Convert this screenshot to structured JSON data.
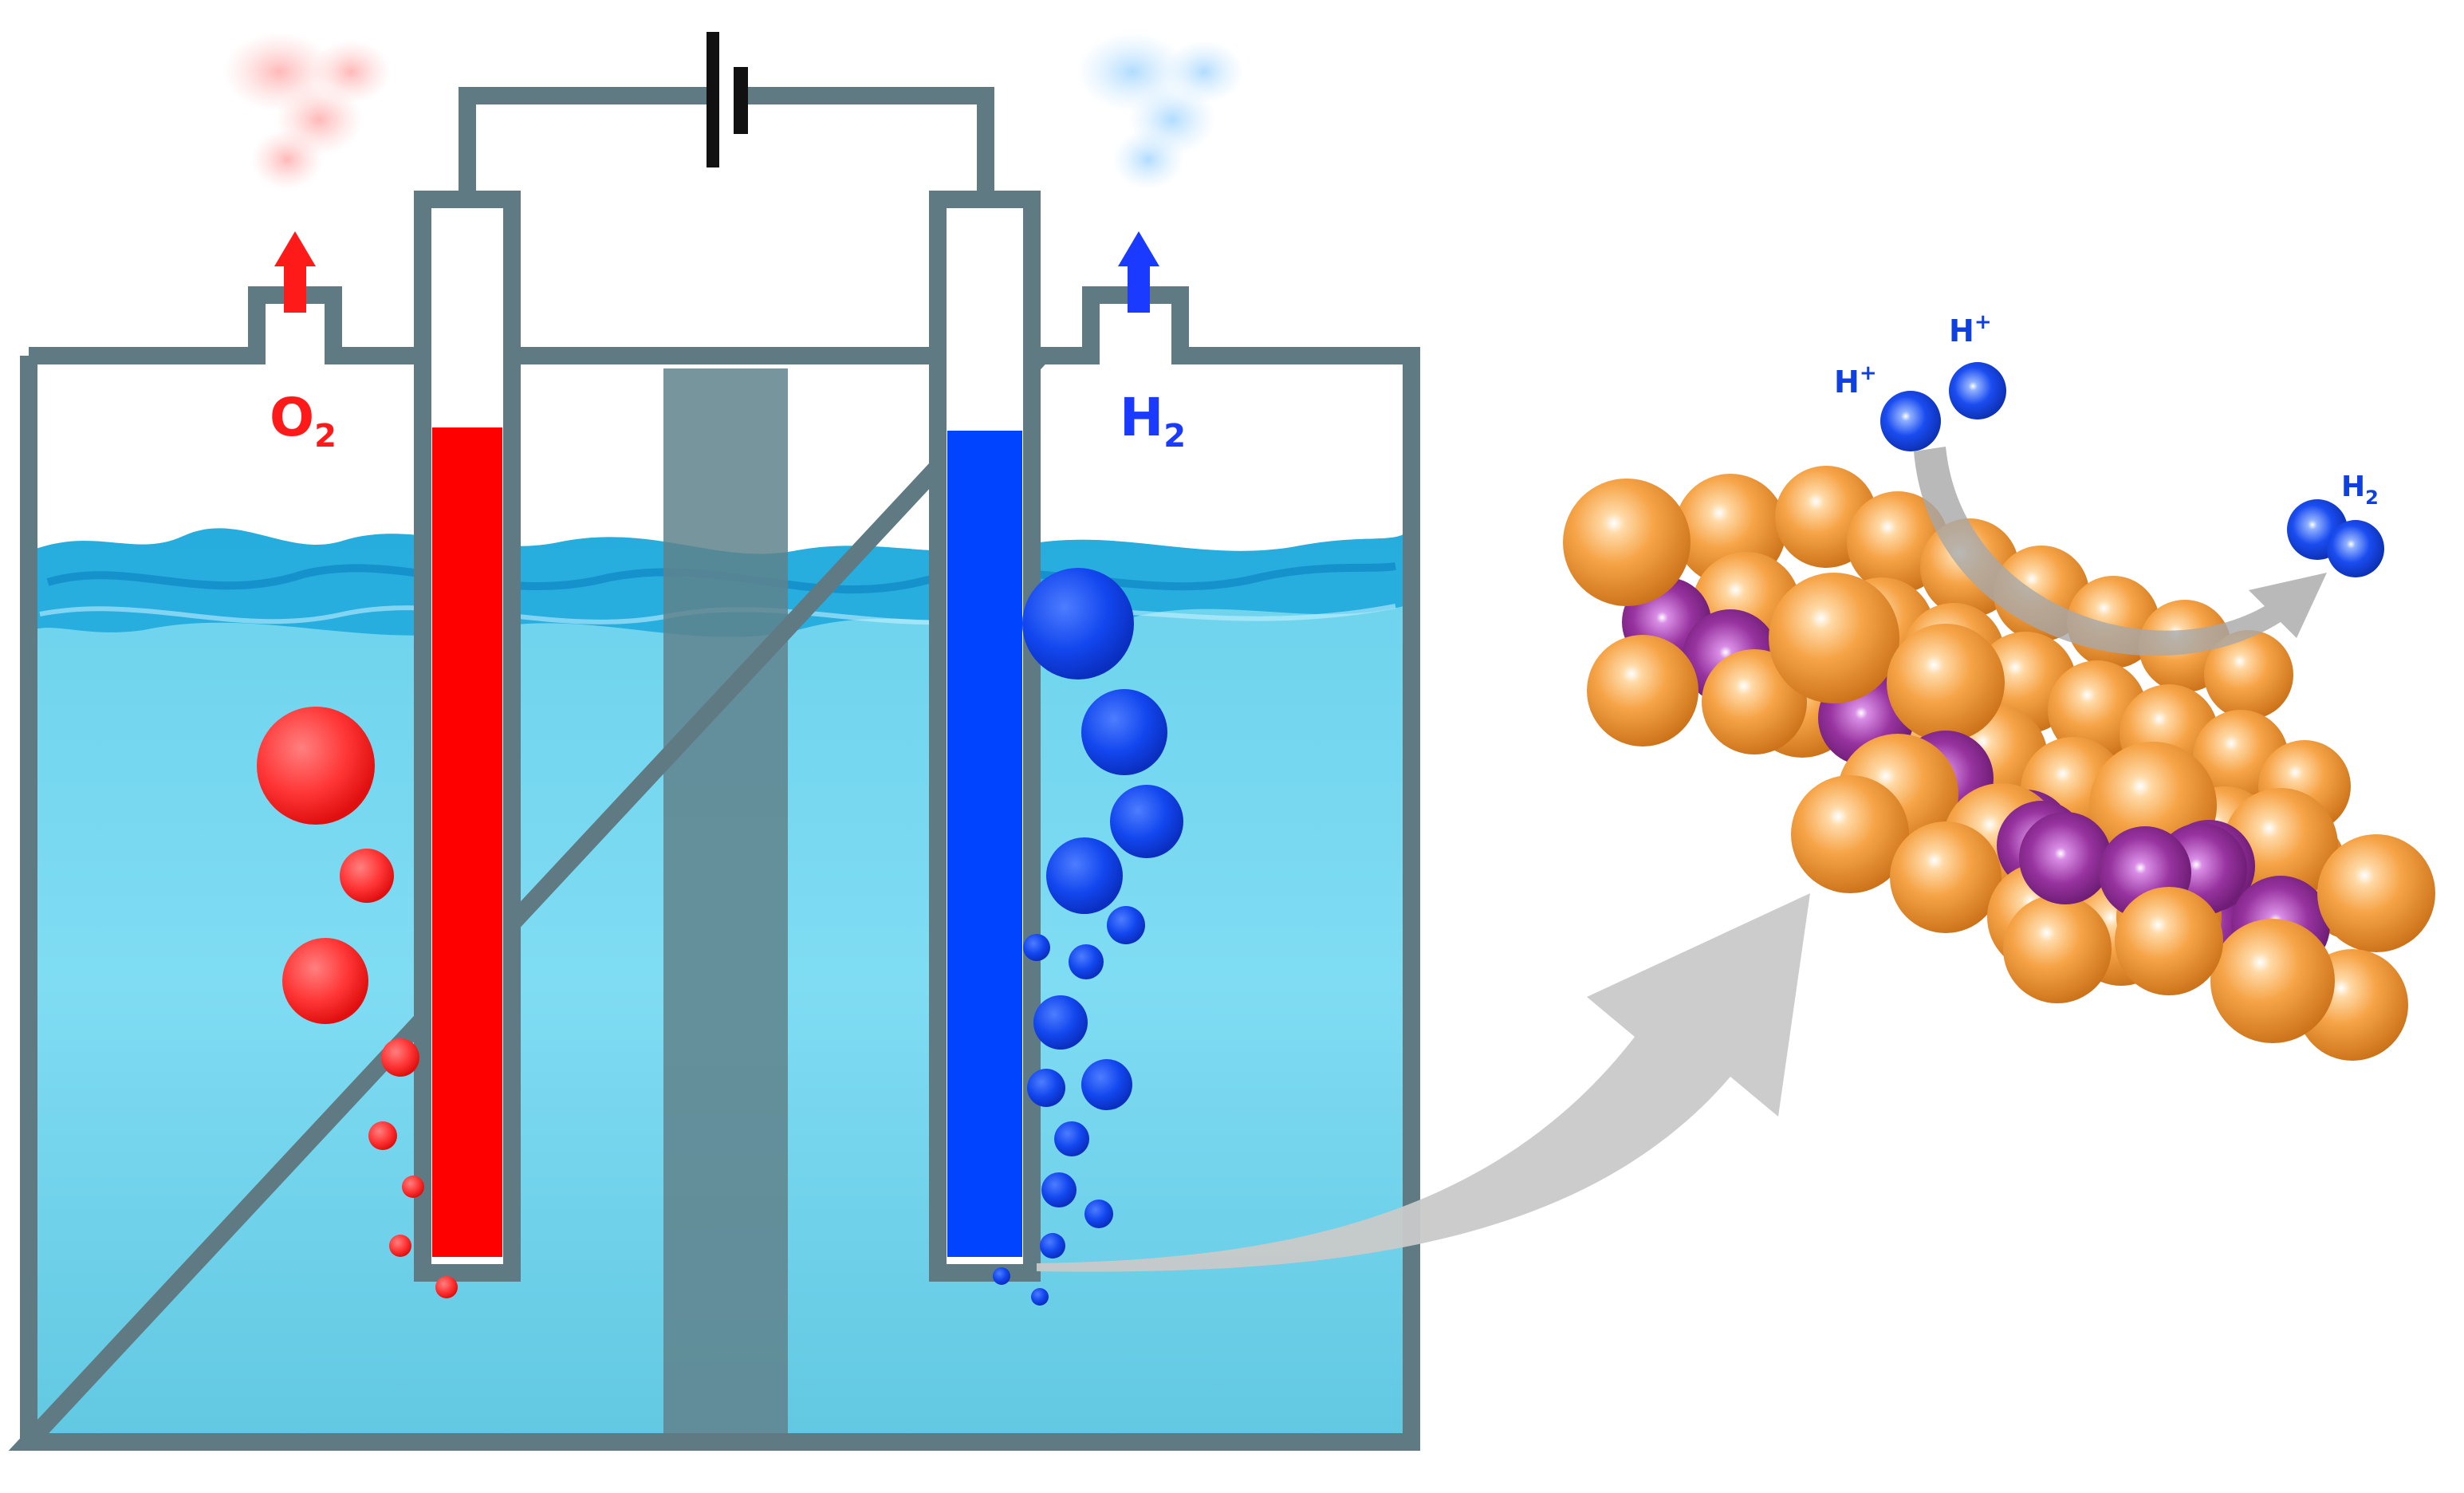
{
  "labels": {
    "oxygen": {
      "main": "O",
      "sub": "2"
    },
    "hydrogen": {
      "main": "H",
      "sub": "2"
    },
    "proton_1": {
      "main": "H",
      "sup": "+"
    },
    "proton_2": {
      "main": "H",
      "sup": "+"
    },
    "h2_product": {
      "main": "H",
      "sub": "2"
    }
  },
  "colors": {
    "anode": "#ff0000",
    "cathode": "#0044ff",
    "water": "#6fd6ee",
    "water_surface": "#1aa8dd",
    "frame": "#5f7a82",
    "membrane": "#6a8c96",
    "metal_atom": "#f29a3a",
    "dopant_atom": "#8e2a9a",
    "proton": "#1040e0",
    "arrow": "#c8c8c8",
    "oxygen_arrow": "#ff1a1a",
    "hydrogen_arrow": "#1a3aff"
  },
  "icons": {
    "battery": "battery-icon",
    "oxygen_arrow": "up-arrow-icon",
    "hydrogen_arrow": "up-arrow-icon",
    "zoom_arrow": "curved-arrow-icon",
    "reaction_arrow": "curved-arrow-icon"
  }
}
